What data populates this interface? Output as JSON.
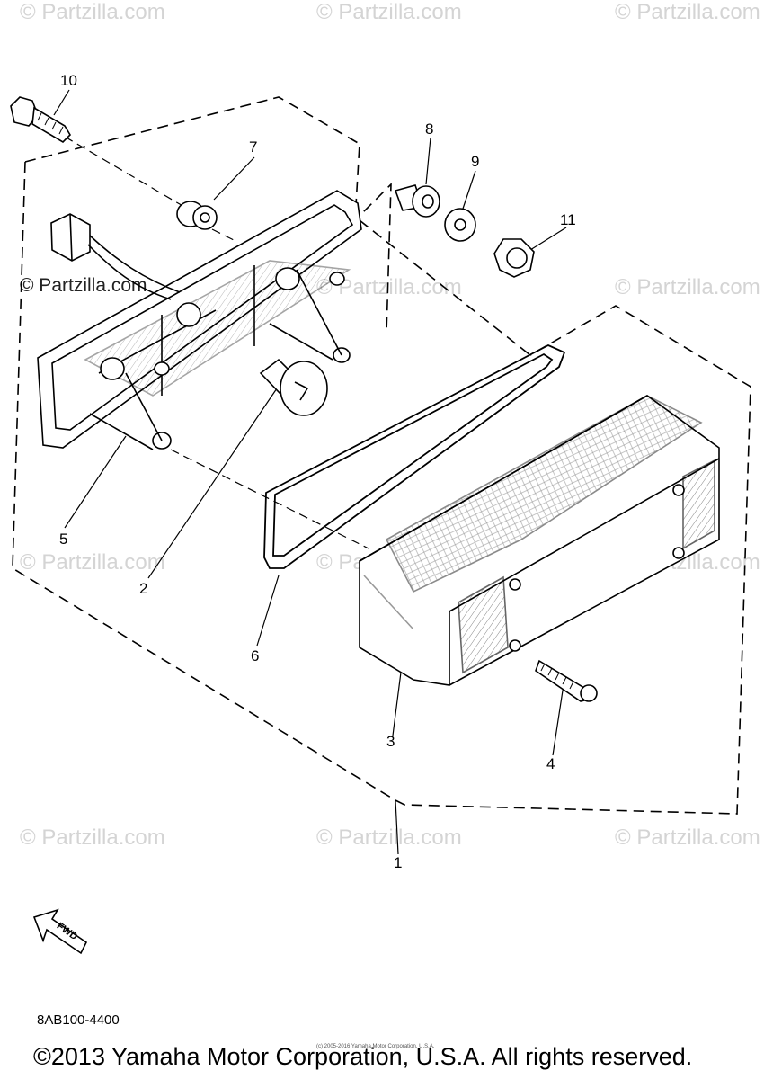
{
  "watermark": "© Partzilla.com",
  "watermark_dark": "© Partzilla.com",
  "callouts": {
    "c1": "1",
    "c2": "2",
    "c3": "3",
    "c4": "4",
    "c5": "5",
    "c6": "6",
    "c7": "7",
    "c8": "8",
    "c9": "9",
    "c10": "10",
    "c11": "11"
  },
  "fwd_label": "FWD",
  "diagram_code": "8AB100-4400",
  "copyright": "©2013 Yamaha Motor Corporation, U.S.A. All rights reserved.",
  "copyright_small": "(c) 2005-2016 Yamaha Motor Corporation, U.S.A."
}
